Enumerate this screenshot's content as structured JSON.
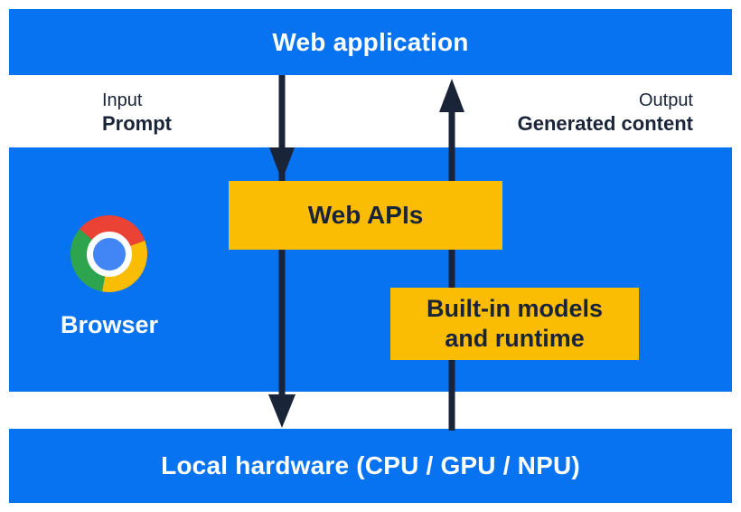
{
  "colors": {
    "panel-blue": "#0873F0",
    "box-yellow": "#FBBC04",
    "ink-navy": "#1A2438",
    "logo-red": "#EA4335",
    "logo-yellow": "#FBBC04",
    "logo-green": "#2EA44F",
    "logo-blue": "#4285F4",
    "logo-ring": "#FFFFFF"
  },
  "top_bar": {
    "label": "Web application"
  },
  "io": {
    "input_title": "Input",
    "input_value": "Prompt",
    "output_title": "Output",
    "output_value": "Generated content"
  },
  "browser": {
    "label": "Browser",
    "logo_icon": "chrome-logo",
    "web_apis_label": "Web APIs",
    "builtin_line1": "Built-in models",
    "builtin_line2": "and runtime"
  },
  "bottom_bar": {
    "label": "Local hardware (CPU / GPU / NPU)"
  }
}
